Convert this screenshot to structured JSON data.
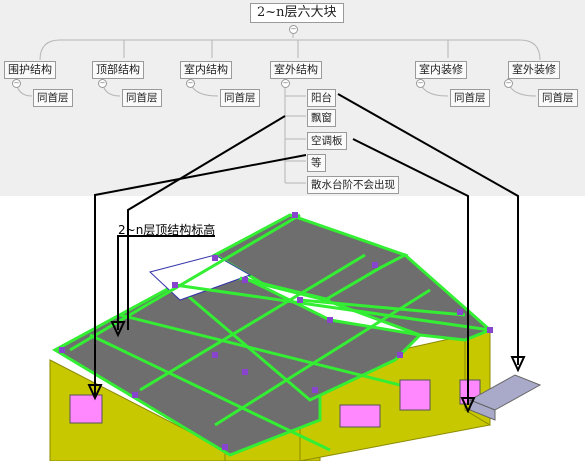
{
  "mindmap": {
    "root": "2~n层六大块",
    "children": [
      {
        "label": "围护结构",
        "sub": "同首层"
      },
      {
        "label": "顶部结构",
        "sub": "同首层"
      },
      {
        "label": "室内结构",
        "sub": "同首层"
      },
      {
        "label": "室外结构",
        "sub": "同首层"
      },
      {
        "label": "室内装修",
        "sub": "同首层"
      },
      {
        "label": "室外装修",
        "sub": "同首层"
      }
    ],
    "outdoor_children": [
      "阳台",
      "飘窗",
      "空调板",
      "等",
      "散水台阶不会出现"
    ]
  },
  "annotation": "2~n层顶结构标高",
  "colors": {
    "slab": "#6e6e6e",
    "beam": "#33ee33",
    "wall": "#c8c800",
    "wall_dark": "#8a8a00",
    "column": "#8844cc",
    "window": "#ff88ff",
    "balcony": "#a9a9c9"
  }
}
